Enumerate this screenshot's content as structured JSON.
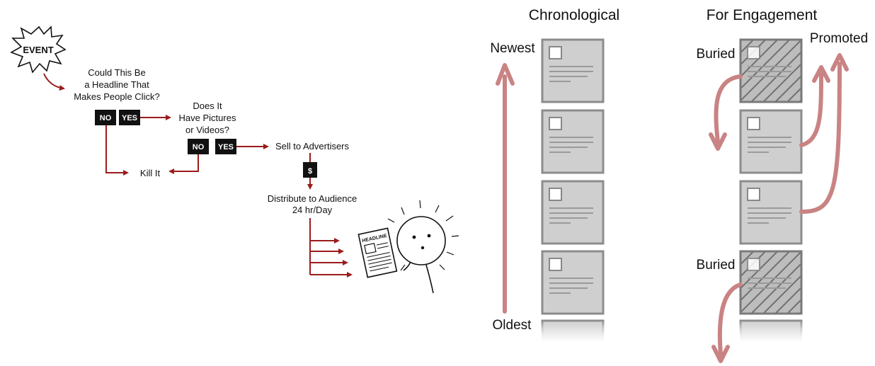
{
  "flowchart": {
    "event": "EVENT",
    "question1": [
      "Could This Be",
      "a Headline That",
      "Makes People Click?"
    ],
    "no1": "NO",
    "yes1": "YES",
    "question2": [
      "Does It",
      "Have Pictures",
      "or Videos?"
    ],
    "no2": "NO",
    "yes2": "YES",
    "kill": "Kill It",
    "sell": "Sell to Advertisers",
    "dollar": "$",
    "distribute": [
      "Distribute to Audience",
      "24 hr/Day"
    ],
    "newspaper_text": "HEADLINE"
  },
  "chronological": {
    "title": "Chronological",
    "top_label": "Newest",
    "bottom_label": "Oldest"
  },
  "engagement": {
    "title": "For Engagement",
    "promoted": "Promoted",
    "buried_top": "Buried",
    "buried_bottom": "Buried"
  },
  "colors": {
    "arrow_dark": "#9b1c1c",
    "arrow_light": "#c98383",
    "card_fill": "#cfcfcf",
    "card_stroke": "#8c8c8c"
  }
}
